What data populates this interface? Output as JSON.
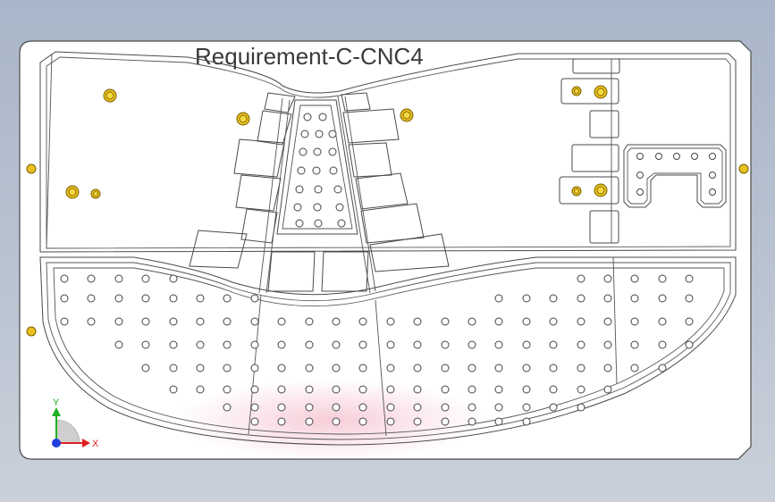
{
  "drawing": {
    "title": "Requirement-C-CNC4"
  },
  "triad": {
    "x_label": "X",
    "y_label": "Y",
    "colors": {
      "x": "#e02020",
      "y": "#20b020",
      "z": "#2040e0"
    }
  },
  "colors": {
    "background_top": "#a9b6c9",
    "plate_fill": "#ffffff",
    "outline": "#4a4a4a",
    "dowel": "#e8c020"
  }
}
